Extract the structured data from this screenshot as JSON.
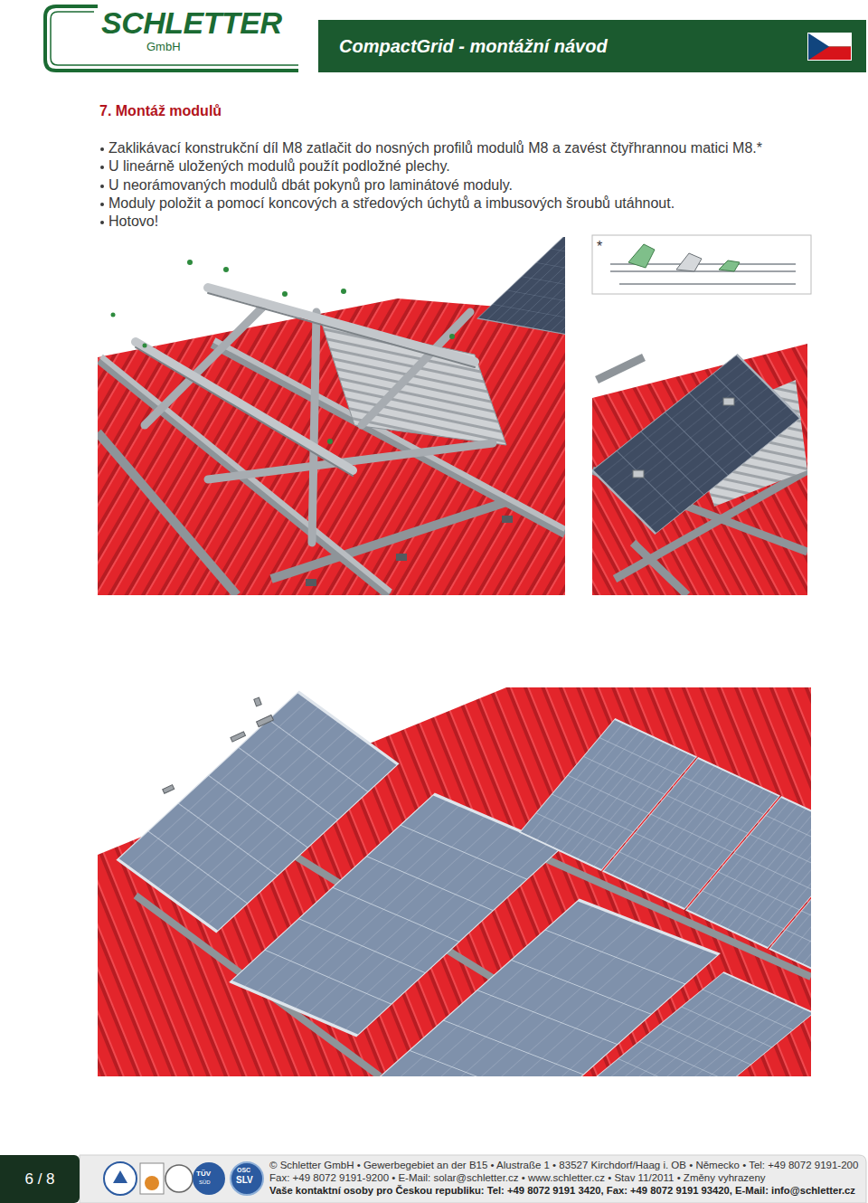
{
  "diagram": {
    "title": "7. Montáž modulů",
    "nodes": [
      {
        "text": [
          "SCHLETTER",
          "GmbH"
        ]
      },
      {
        "text": [
          "CompactGrid - montážní návod"
        ]
      },
      {
        "text": [
          "6 / 8"
        ]
      }
    ],
    "labels": [
      "Zaklikávací konstrukční díl M8 zatlačit do nosných profilů modulů M8 a zavést čtyřhrannou matici M8.*",
      "U lineárně uložených modulů použít podložné plechy.",
      "U neorámovaných modulů dbát pokynů pro laminátové moduly.",
      "Moduly položit a pomocí koncových a středových úchytů a imbusových šroubů utáhnout.",
      "Hotovo!",
      "*",
      "TÜV",
      "SÜD",
      "OSC",
      "SLV",
      "© Schletter GmbH • Gewerbegebiet an der B15 • Alustraße 1 • 83527 Kirchdorf/Haag i. OB • Německo • Tel: +49 8072 9191-200",
      "Fax: +49 8072 9191-9200 • E-Mail: solar@schletter.cz • www.schletter.cz • Stav 11/2011 • Změny vyhrazeny",
      "Vaše kontaktní osoby pro Českou republiku: Tel: +49 8072 9191 3420, Fax: +49 8072 9191 93420, E-Mail: info@schletter.cz"
    ]
  }
}
